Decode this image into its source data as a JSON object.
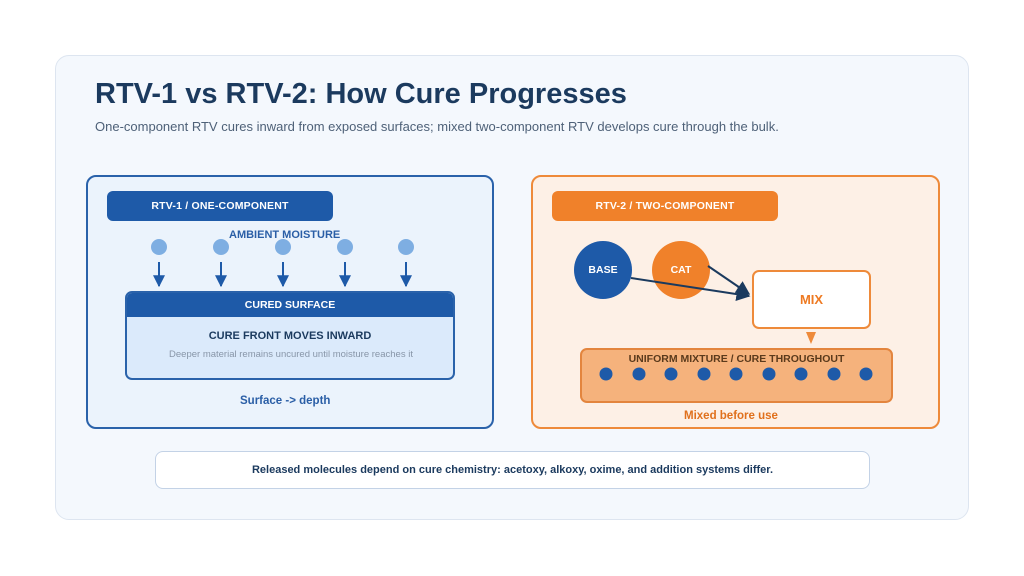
{
  "title": "RTV-1 vs RTV-2: How Cure Progresses",
  "subtitle": "One-component RTV cures inward from exposed surfaces; mixed two-component RTV develops cure through the bulk.",
  "rtv1": {
    "badge": "RTV-1 / ONE-COMPONENT",
    "ambient_label": "AMBIENT MOISTURE",
    "cured_surface": "CURED SURFACE",
    "cure_front": "CURE FRONT MOVES INWARD",
    "note": "Deeper material remains uncured until moisture reaches it",
    "caption": "Surface -> depth",
    "moisture_drop_count": 5
  },
  "rtv2": {
    "badge": "RTV-2 / TWO-COMPONENT",
    "base": "BASE",
    "cat": "CAT",
    "mix": "MIX",
    "mixture_label": "UNIFORM MIXTURE / CURE THROUGHOUT",
    "caption": "Mixed before use",
    "mixture_dot_count": 9
  },
  "footnote": "Released molecules depend on cure chemistry: acetoxy, alkoxy, oxime, and addition systems differ.",
  "colors": {
    "blue": "#1e5aa8",
    "orange": "#f0812a",
    "dark_text": "#1b3a5e"
  }
}
